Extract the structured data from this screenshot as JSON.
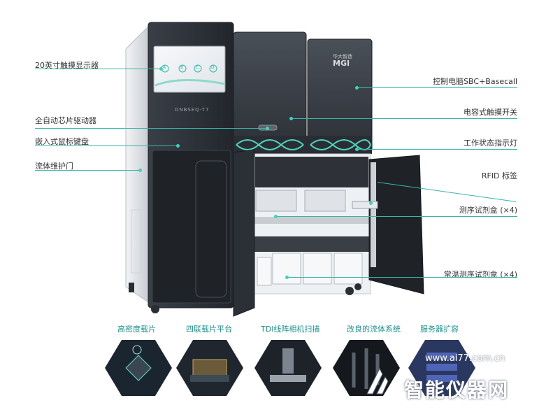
{
  "callouts_left": [
    {
      "label": "20英寸触摸显示器"
    },
    {
      "label": "全自动芯片驱动器"
    },
    {
      "label": "嵌入式鼠标键盘"
    },
    {
      "label": "流体维护门"
    }
  ],
  "callouts_right": [
    {
      "label": "控制电脑SBC+Basecall"
    },
    {
      "label": "电容式触摸开关"
    },
    {
      "label": "工作状态指示灯"
    },
    {
      "label": "RFID 标签"
    },
    {
      "label": "测序试剂盒 (×4)"
    },
    {
      "label": "常温测序试剂盒 (×4)"
    }
  ],
  "machine": {
    "model_text": "DNBSEQ-T7",
    "brand_cn": "华大智造",
    "brand_en": "MGI",
    "screen_markers": [
      "A",
      "B",
      "C",
      "D"
    ]
  },
  "features": [
    {
      "title": "高密度载片",
      "icon": "high-density-slide-icon"
    },
    {
      "title": "四联载片平台",
      "icon": "four-slide-platform-icon"
    },
    {
      "title": "TDI线阵相机扫描",
      "icon": "tdi-line-scan-camera-icon"
    },
    {
      "title": "改良的流体系统",
      "icon": "fluidics-system-icon"
    },
    {
      "title": "服务器扩容",
      "icon": "server-expansion-icon"
    }
  ],
  "watermark": {
    "url": "www.ai77.com.cn",
    "name": "智能仪器网"
  },
  "colors": {
    "accent": "#37b6a6",
    "machine_dark": "#2b2f36",
    "machine_light": "#e9ecef",
    "feature_title": "#1f8f8a"
  }
}
